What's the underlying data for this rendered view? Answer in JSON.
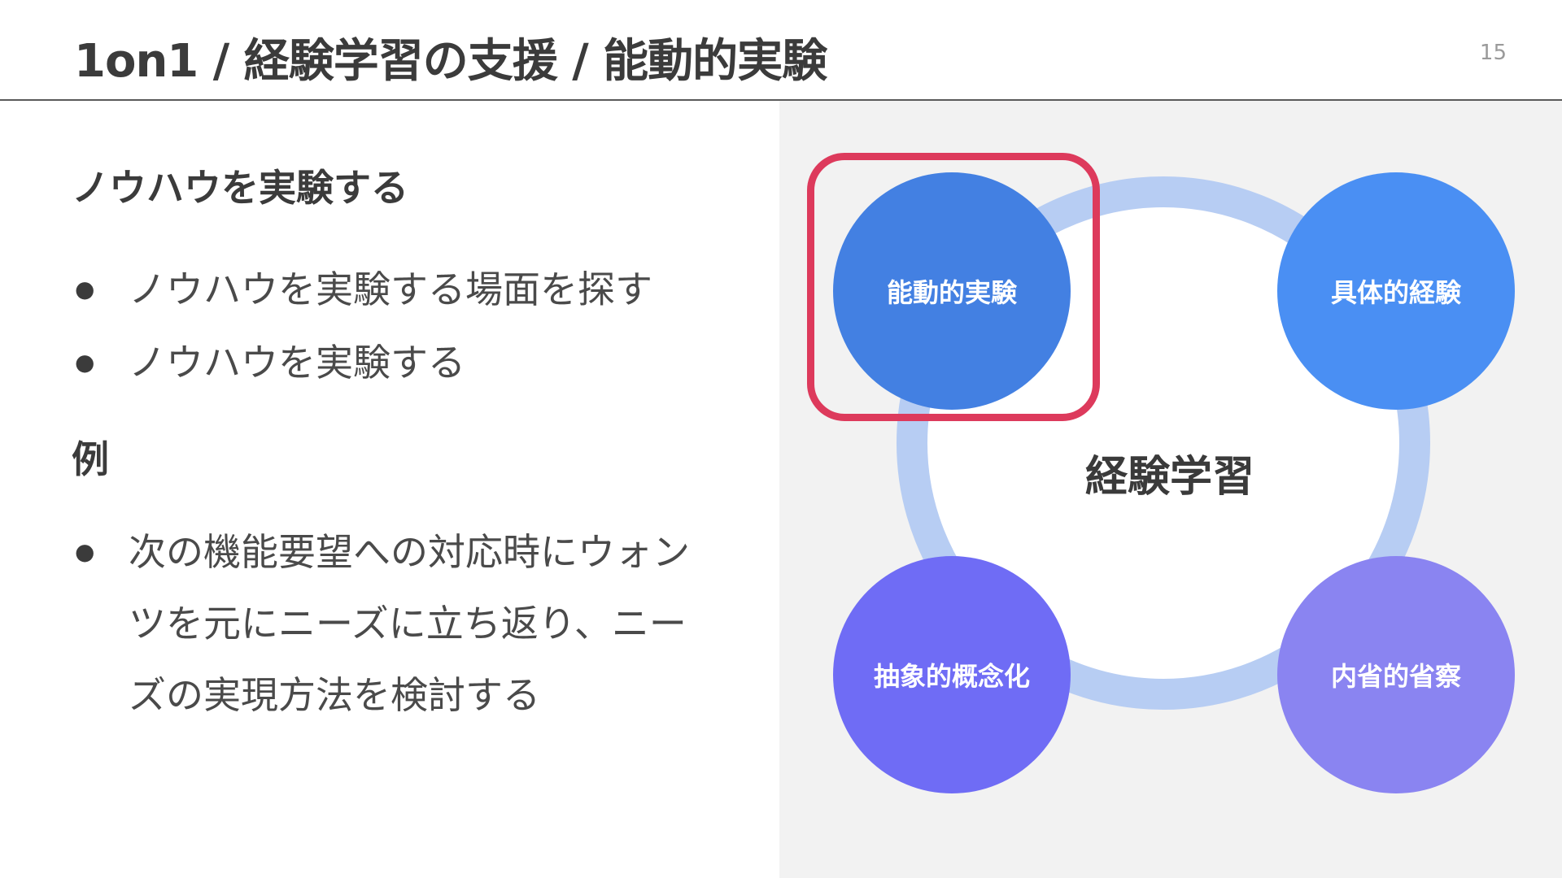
{
  "header": {
    "title": "1on1 / 経験学習の支援 / 能動的実験",
    "page_number": "15"
  },
  "content": {
    "heading": "ノウハウを実験する",
    "bullets": [
      "ノウハウを実験する場面を探す",
      "ノウハウを実験する"
    ],
    "example_heading": "例",
    "example_bullets": [
      "次の機能要望への対応時にウォンツを元にニーズに立ち返り、ニーズの実現方法を検討する"
    ]
  },
  "diagram": {
    "center_label": "経験学習",
    "nodes": {
      "active_experimentation": "能動的実験",
      "concrete_experience": "具体的経験",
      "abstract_conceptualization": "抽象的概念化",
      "reflective_observation": "内省的省察"
    },
    "highlighted_node": "active_experimentation",
    "colors": {
      "ring": "#b7cdf3",
      "active_experimentation": "#4380e2",
      "concrete_experience": "#4a8ff3",
      "abstract_conceptualization": "#6f6cf5",
      "reflective_observation": "#8a84f1",
      "highlight": "#dd3a5c"
    }
  }
}
